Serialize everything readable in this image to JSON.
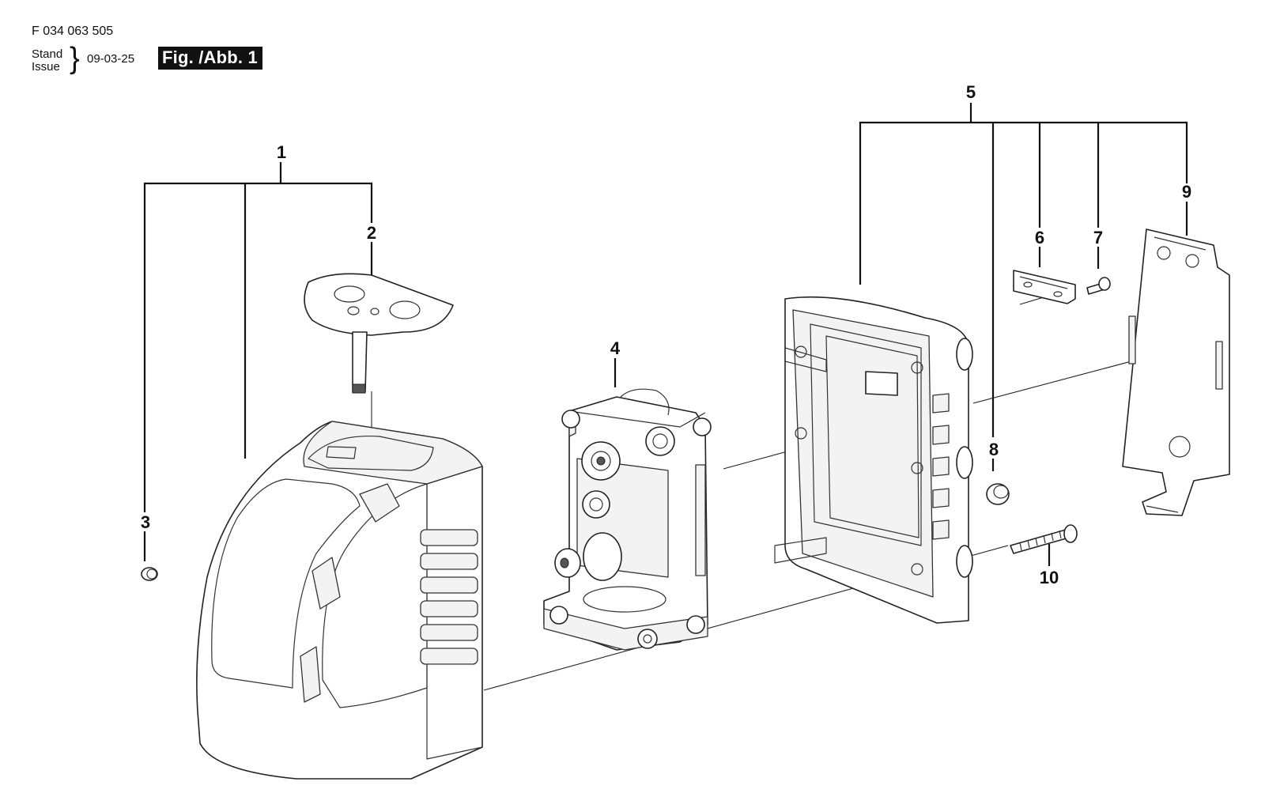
{
  "header": {
    "part_number": "F 034 063 505",
    "stand_label": "Stand",
    "issue_label": "Issue",
    "date": "09-03-25",
    "figure_label": "Fig. /Abb. 1"
  },
  "callouts": [
    "1",
    "2",
    "3",
    "4",
    "5",
    "6",
    "7",
    "8",
    "9",
    "10"
  ]
}
